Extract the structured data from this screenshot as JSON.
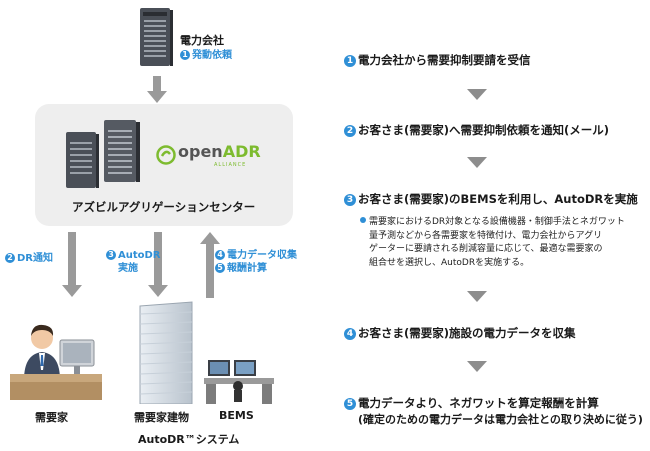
{
  "top": {
    "company": "電力会社",
    "request": "発動依頼",
    "request_num": "1"
  },
  "center": {
    "label": "アズビルアグリゲーションセンター",
    "logo_open": "open",
    "logo_adr": "ADR",
    "logo_sub": "ALLIANCE"
  },
  "flows": {
    "dr_notice_num": "2",
    "dr_notice": "DR通知",
    "autodr_num": "3",
    "autodr_line1": "AutoDR",
    "autodr_line2": "実施",
    "collect_num": "4",
    "collect": "電力データ収集",
    "reward_num": "5",
    "reward": "報酬計算"
  },
  "bottom": {
    "consumer": "需要家",
    "building": "需要家建物",
    "bems": "BEMS",
    "system": "AutoDR™システム"
  },
  "steps": [
    {
      "num": "1",
      "text": "電力会社から需要抑制要請を受信"
    },
    {
      "num": "2",
      "text": "お客さま(需要家)へ需要抑制依頼を通知(メール)"
    },
    {
      "num": "3",
      "text": "お客さま(需要家)のBEMSを利用し、AutoDRを実施"
    },
    {
      "num": "4",
      "text": "お客さま(需要家)施設の電力データを収集"
    },
    {
      "num": "5",
      "text": "電力データより、ネガワットを算定報酬を計算",
      "text2": "(確定のための電力データは電力会社との取り決めに従う)"
    }
  ],
  "step3_detail": [
    "需要家におけるDR対象となる設備機器・制御手法とネガワット",
    "量予測などから各需要家を特徴付け、電力会社からアグリ",
    "ゲーターに要請される削減容量に応じて、最適な需要家の",
    "組合せを選択し、AutoDRを実施する。"
  ],
  "colors": {
    "accent": "#2f8fd6",
    "arrow": "#9a9a9a",
    "box": "#eeeeee"
  }
}
